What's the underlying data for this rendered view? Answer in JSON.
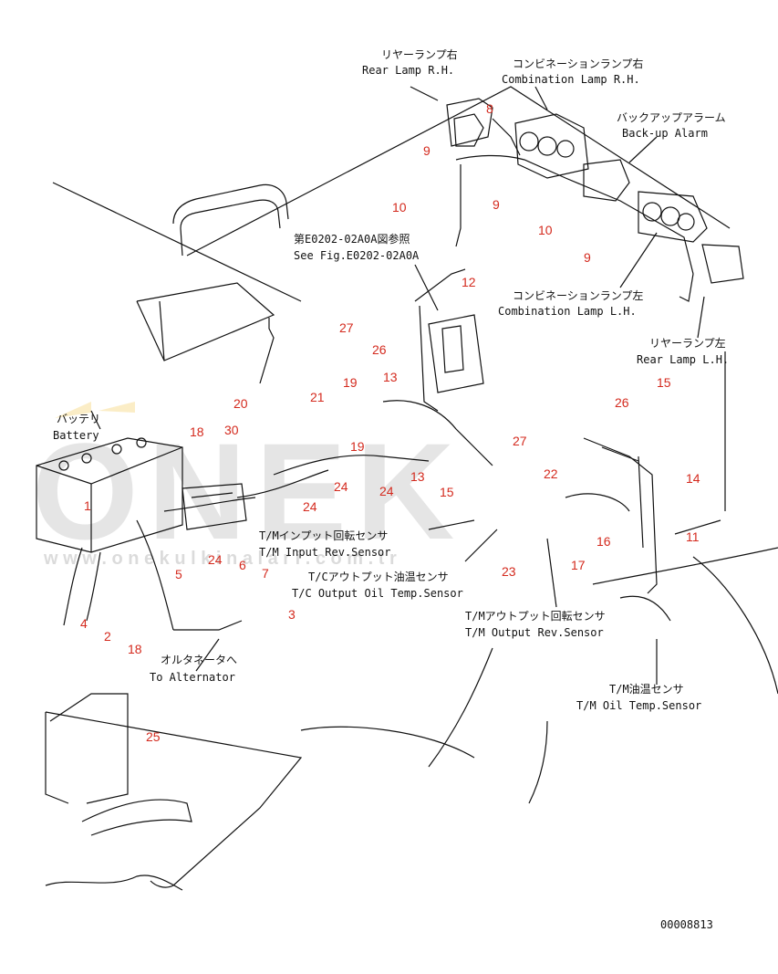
{
  "diagram": {
    "drawing_no": "00008813",
    "watermark": {
      "brand": "ONEK",
      "url": "w w w . o n e k u l k i n a l a r i . c o m . t r"
    },
    "labels": {
      "rear_lamp_rh_jp": "リヤーランプ右",
      "rear_lamp_rh_en": "Rear Lamp R.H.",
      "combo_rh_jp": "コンビネーションランプ右",
      "combo_rh_en": "Combination Lamp R.H.",
      "backup_jp": "バックアップアラーム",
      "backup_en": "Back-up Alarm",
      "see_fig_jp": "第E0202-02A0A図参照",
      "see_fig_en": "See Fig.E0202-02A0A",
      "combo_lh_jp": "コンビネーションランプ左",
      "combo_lh_en": "Combination Lamp L.H.",
      "rear_lamp_lh_jp": "リヤーランプ左",
      "rear_lamp_lh_en": "Rear Lamp L.H.",
      "battery_jp": "バッテリ",
      "battery_en": "Battery",
      "tm_input_jp": "T/Mインプット回転センサ",
      "tm_input_en": "T/M Input Rev.Sensor",
      "tc_output_jp": "T/Cアウトプット油温センサ",
      "tc_output_en": "T/C Output Oil Temp.Sensor",
      "alt_jp": "オルタネータへ",
      "alt_en": "To Alternator",
      "tm_output_jp": "T/Mアウトプット回転センサ",
      "tm_output_en": "T/M Output Rev.Sensor",
      "tm_oil_jp": "T/M油温センサ",
      "tm_oil_en": "T/M Oil Temp.Sensor"
    },
    "part_numbers": [
      "8",
      "9",
      "10",
      "9",
      "10",
      "9",
      "12",
      "27",
      "26",
      "19",
      "13",
      "21",
      "20",
      "30",
      "18",
      "19",
      "27",
      "15",
      "26",
      "14",
      "24",
      "24",
      "24",
      "13",
      "15",
      "22",
      "11",
      "16",
      "17",
      "23",
      "24",
      "1",
      "5",
      "6",
      "7",
      "3",
      "4",
      "2",
      "18",
      "25"
    ]
  }
}
